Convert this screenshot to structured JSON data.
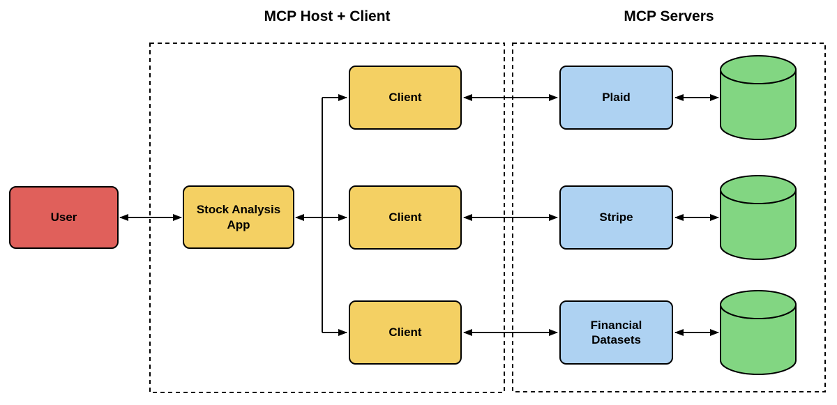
{
  "diagram": {
    "titles": {
      "host": "MCP Host + Client",
      "servers": "MCP Servers"
    },
    "nodes": {
      "user": {
        "label": "User"
      },
      "app": {
        "label": "Stock Analysis App"
      },
      "client1": {
        "label": "Client"
      },
      "client2": {
        "label": "Client"
      },
      "client3": {
        "label": "Client"
      },
      "plaid": {
        "label": "Plaid"
      },
      "stripe": {
        "label": "Stripe"
      },
      "financial": {
        "label": "Financial Datasets"
      }
    },
    "databases": {
      "icon": "database-cylinder",
      "count": 3
    },
    "colors": {
      "user_fill": "#E0605B",
      "client_fill": "#F4D063",
      "server_fill": "#AED2F2",
      "database_fill": "#82D682",
      "stroke": "#000000",
      "background": "#ffffff"
    }
  }
}
